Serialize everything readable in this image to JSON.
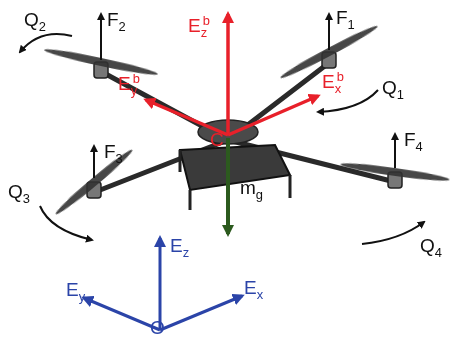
{
  "diagram": {
    "labels": [
      "Q2",
      "F2",
      "Ezb",
      "F1",
      "Q1",
      "Eyb",
      "Exb",
      "C",
      "mg",
      "F3",
      "Q3",
      "F4",
      "Q4",
      "Ez",
      "Ey",
      "Ex",
      "O"
    ]
  }
}
